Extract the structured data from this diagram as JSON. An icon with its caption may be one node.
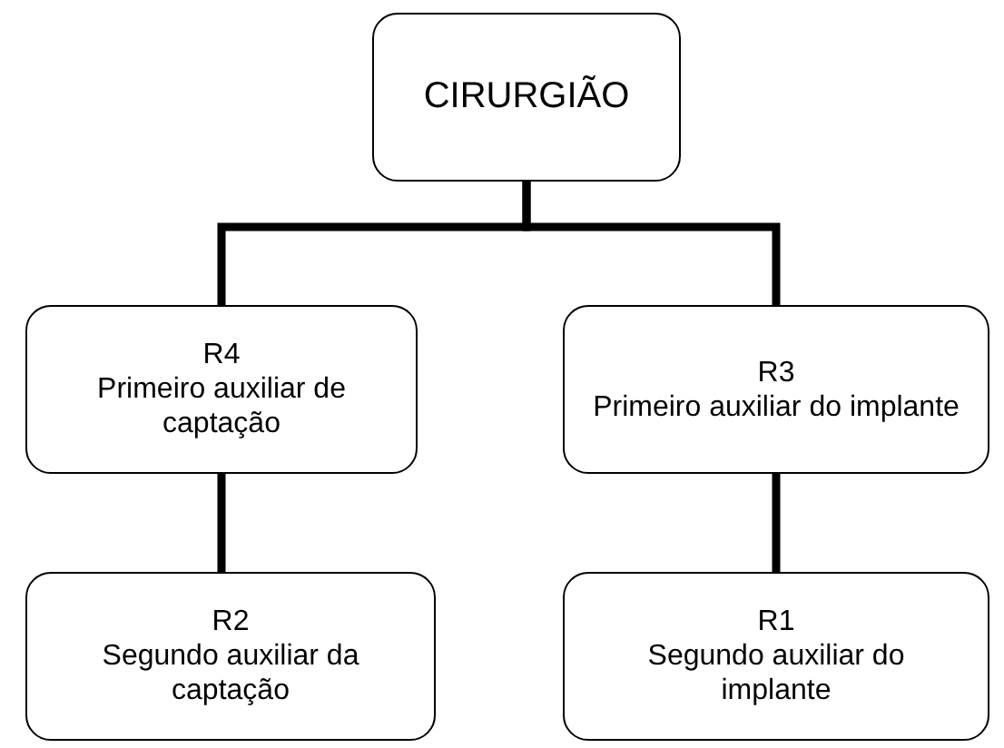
{
  "diagram": {
    "nodes": [
      {
        "text": [
          "CIRURGIÃO"
        ]
      },
      {
        "text": [
          "R4",
          "Primeiro auxiliar de captação"
        ]
      },
      {
        "text": [
          "R3",
          "Primeiro auxiliar do implante"
        ]
      },
      {
        "text": [
          "R2",
          "Segundo auxiliar da captação"
        ]
      },
      {
        "text": [
          "R1",
          "Segundo auxiliar do implante"
        ]
      }
    ],
    "edges": [
      {
        "from": 0,
        "to": 1,
        "arrow": "none"
      },
      {
        "from": 0,
        "to": 2,
        "arrow": "none"
      },
      {
        "from": 1,
        "to": 3,
        "arrow": "none"
      },
      {
        "from": 2,
        "to": 4,
        "arrow": "none"
      }
    ]
  }
}
